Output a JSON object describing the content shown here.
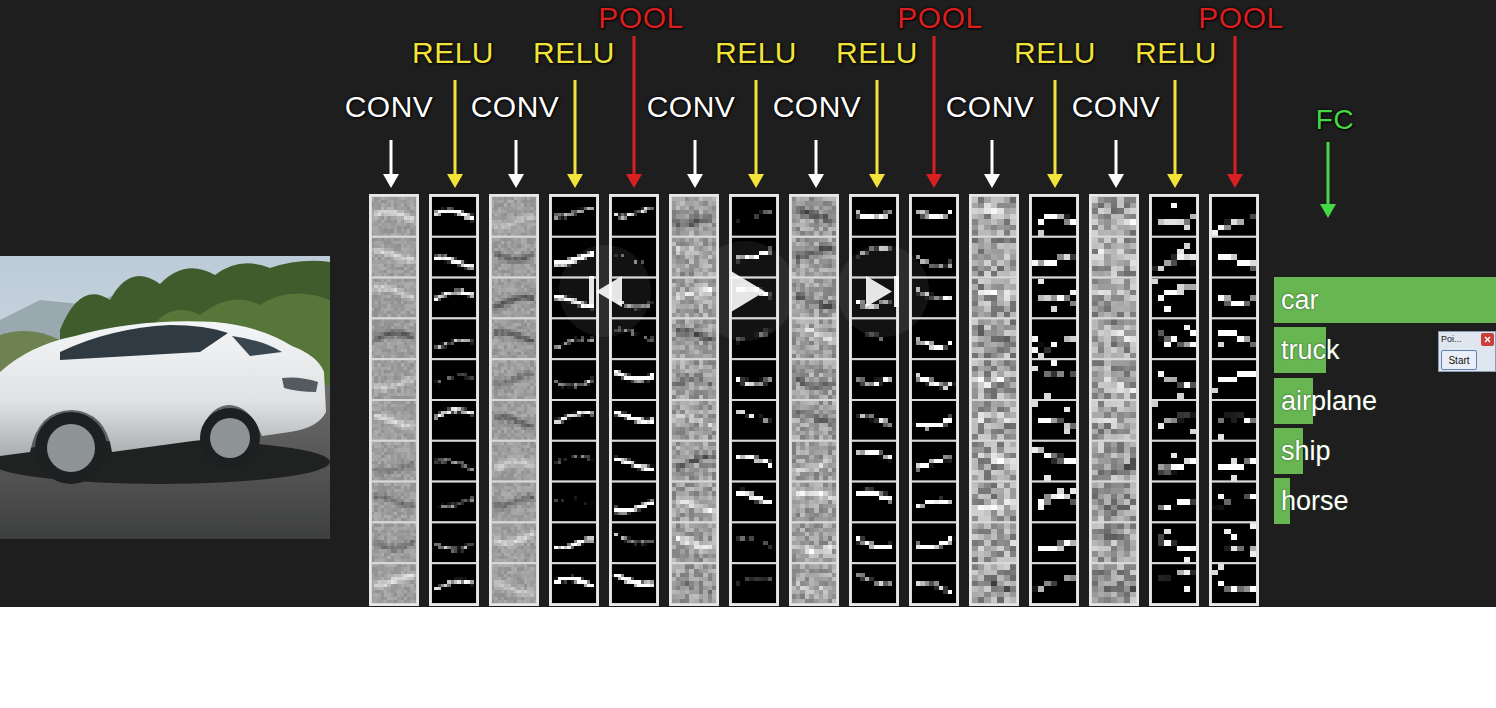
{
  "diagram": {
    "nodes": [
      {
        "text": [
          "car"
        ]
      },
      {
        "text": [
          "truck"
        ]
      },
      {
        "text": [
          "airplane"
        ]
      },
      {
        "text": [
          "ship"
        ]
      },
      {
        "text": [
          "horse"
        ]
      },
      {
        "text": [
          "Poi..."
        ]
      },
      {
        "text": [
          "Start"
        ],
        "in": 5
      }
    ],
    "labels": [
      "CONV",
      "RELU",
      "CONV",
      "RELU",
      "POOL",
      "CONV",
      "RELU",
      "CONV",
      "RELU",
      "POOL",
      "CONV",
      "RELU",
      "CONV",
      "RELU",
      "POOL",
      "FC"
    ]
  }
}
